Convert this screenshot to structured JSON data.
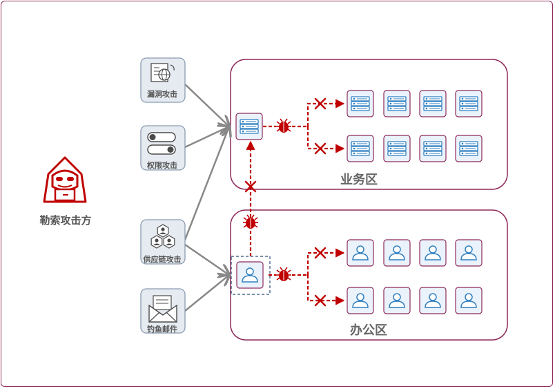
{
  "attacker": {
    "label": "勒索攻击方",
    "icon": "hooded-hacker-icon"
  },
  "vectors": [
    {
      "label": "漏洞攻击",
      "icon": "web-document-icon"
    },
    {
      "label": "权限攻击",
      "icon": "toggle-switch-icon"
    },
    {
      "label": "供应链攻击",
      "icon": "user-network-icon"
    },
    {
      "label": "钓鱼邮件",
      "icon": "envelope-icon"
    }
  ],
  "zones": {
    "business": {
      "label": "业务区",
      "entry_icon": "server-icon",
      "node_icon": "server-icon",
      "rows": 2,
      "cols": 4
    },
    "office": {
      "label": "办公区",
      "entry_icon": "user-icon",
      "node_icon": "user-icon",
      "rows": 2,
      "cols": 4
    }
  },
  "colors": {
    "border": "#8e2a5a",
    "attack": "#c00000",
    "arrow": "#888888",
    "icon_blue": "#2e7fc1",
    "tile_border": "#8e2a5a"
  },
  "markers": {
    "malware": "bug-icon",
    "blocked": "cross-icon"
  }
}
